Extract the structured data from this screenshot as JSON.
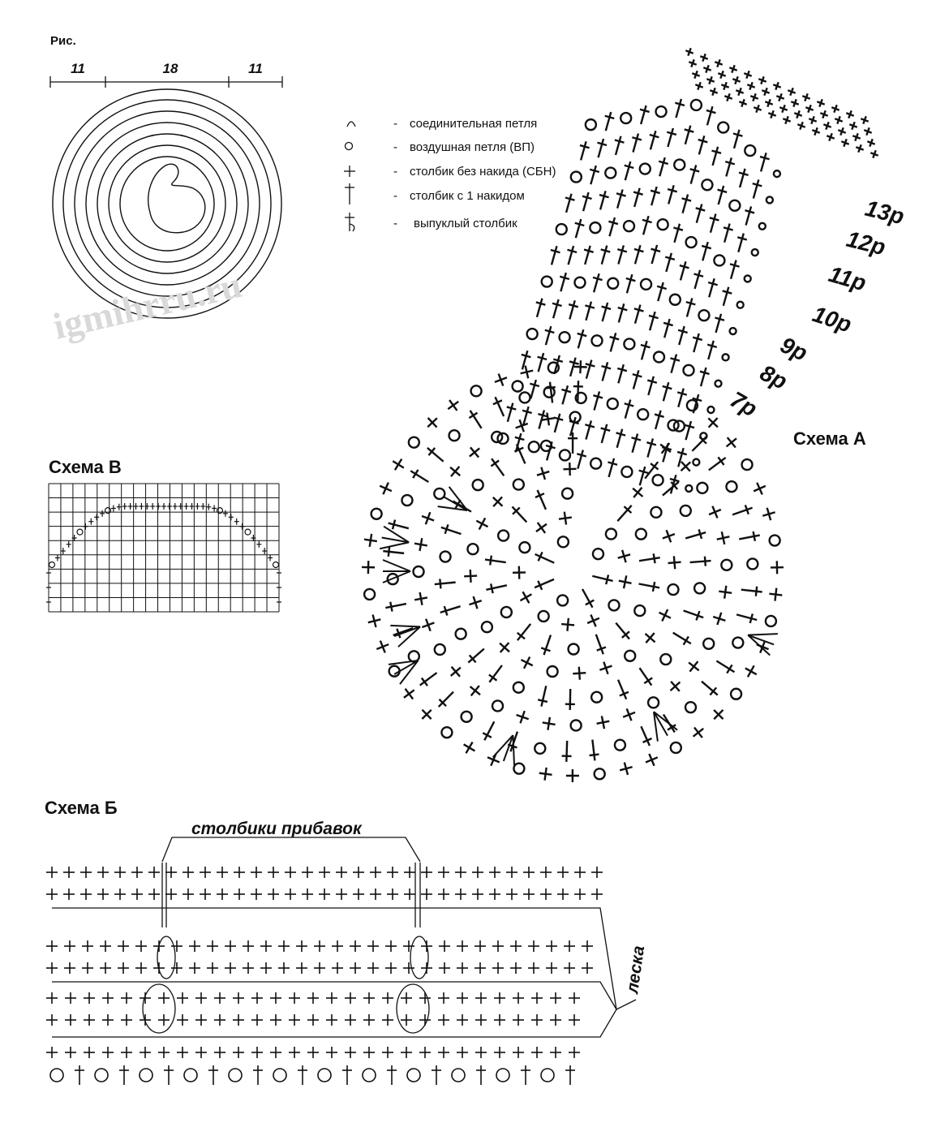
{
  "pic": {
    "title": "Рис.",
    "dims": [
      "11",
      "18",
      "11"
    ]
  },
  "legend": [
    {
      "symbol": "⌒",
      "text": "соединительная петля"
    },
    {
      "symbol": "○",
      "text": "воздушная петля (ВП)"
    },
    {
      "symbol": "+",
      "text": "столбик без накида (СБН)"
    },
    {
      "symbol": "†",
      "text": "столбик с 1 накидом"
    },
    {
      "symbol": "ʖ",
      "text": "выпуклый столбик"
    }
  ],
  "watermark": "igmihrru.ru",
  "schema_a": {
    "title": "Схема А",
    "rows": [
      "13р",
      "12р",
      "11р",
      "10р",
      "9р",
      "8р",
      "7р"
    ]
  },
  "schema_v": {
    "title": "Схема В"
  },
  "schema_b": {
    "title": "Схема Б",
    "top_label": "столбики прибавок",
    "side_label": "леска"
  },
  "colors": {
    "ink": "#111111",
    "watermark": "#d9d9d9"
  }
}
